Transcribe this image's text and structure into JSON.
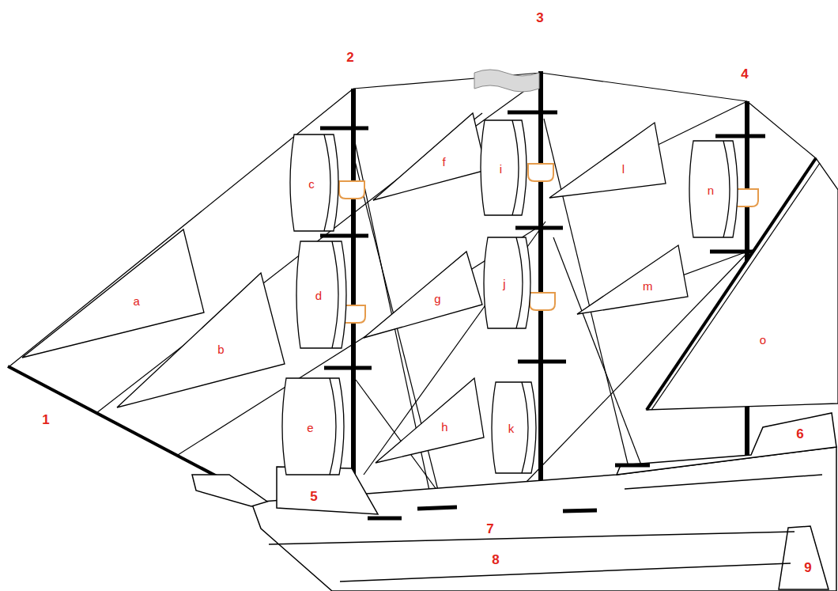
{
  "diagram": {
    "nodes": [
      {
        "text": [
          "a"
        ]
      },
      {
        "text": [
          "b"
        ]
      },
      {
        "text": [
          "c"
        ]
      },
      {
        "text": [
          "d"
        ]
      },
      {
        "text": [
          "e"
        ]
      },
      {
        "text": [
          "f"
        ]
      },
      {
        "text": [
          "g"
        ]
      },
      {
        "text": [
          "h"
        ]
      },
      {
        "text": [
          "i"
        ]
      },
      {
        "text": [
          "j"
        ]
      },
      {
        "text": [
          "k"
        ]
      },
      {
        "text": [
          "l"
        ]
      },
      {
        "text": [
          "m"
        ]
      },
      {
        "text": [
          "n"
        ]
      },
      {
        "text": [
          "o"
        ]
      }
    ],
    "labels": [
      "1",
      "2",
      "3",
      "4",
      "5",
      "6",
      "7",
      "8",
      "9"
    ]
  }
}
